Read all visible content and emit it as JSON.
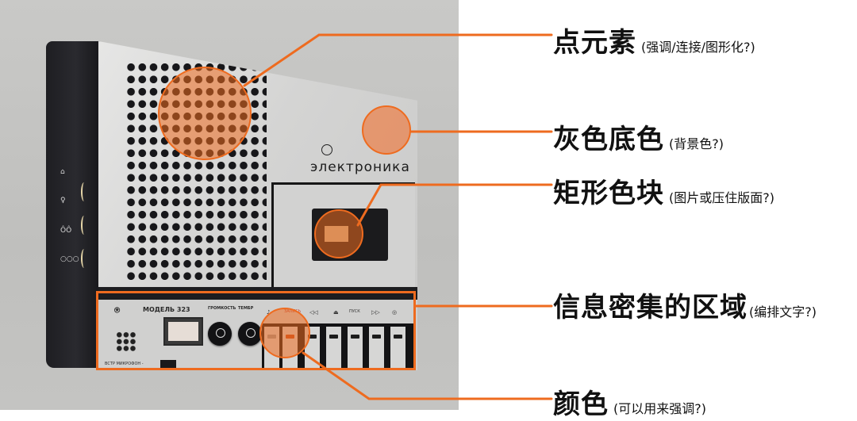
{
  "photo": {
    "subject": "Elektronika 323 cassette recorder",
    "brand_text": "электроника",
    "model_label": "МОДЕЛЬ 323",
    "control_labels": [
      "ГРОМКОСТЬ",
      "ТЕМБР"
    ],
    "mic_label": "ВСТР МИКРОФОН -",
    "key_labels": [
      "♪",
      "ЗАПИСЬ",
      "◁◁",
      "⏏",
      "ПУСК",
      "▷▷",
      "◎"
    ],
    "side_symbols": [
      "⌂",
      "♀",
      "ÔÔ",
      "○○○"
    ],
    "colors": {
      "background": "#c4c4c2",
      "face": "#d6d6d5",
      "dark": "#1c1c1f",
      "accent": "#ee6b1f"
    }
  },
  "annotations": [
    {
      "id": "dot-elements",
      "label": "点元素",
      "note": "(强调/连接/图形化?)"
    },
    {
      "id": "gray-background",
      "label": "灰色底色",
      "note": "(背景色?)"
    },
    {
      "id": "rect-block",
      "label": "矩形色块",
      "note": "(图片或压住版面?)"
    },
    {
      "id": "info-dense-area",
      "label": "信息密集的区域",
      "note": "(编排文字?)"
    },
    {
      "id": "color",
      "label": "颜色",
      "note": "(可以用来强调?)"
    }
  ],
  "accent_color": "#ee6b1f"
}
